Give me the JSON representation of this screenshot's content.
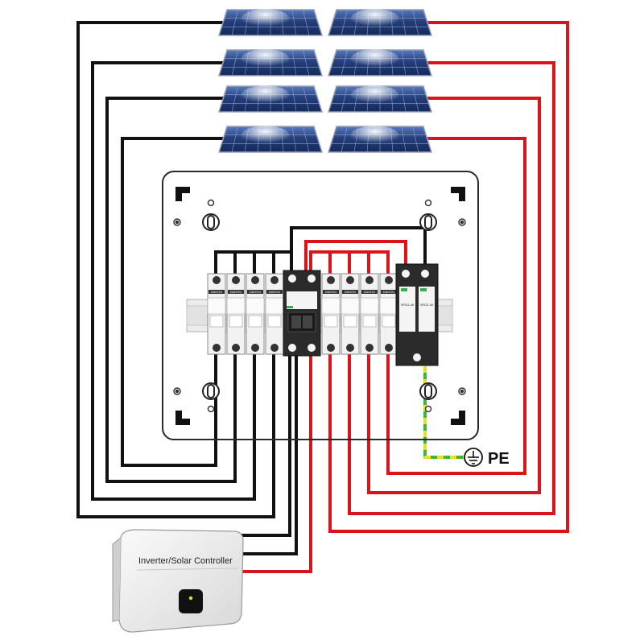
{
  "labels": {
    "inverter": "Inverter/Solar Controller",
    "pe": "PE",
    "breaker_brand": "DAHOU",
    "spd_model": "SPD2-40"
  },
  "colors": {
    "positive": "#d9141b",
    "negative": "#111111",
    "ground_yellow": "#e8e022",
    "ground_green": "#3ab54a",
    "enclosure_border": "#2a2a2a",
    "breaker_body": "#f2f2f2",
    "panel_cell": "#1f3a78"
  },
  "icons": [
    "solar-panel-icon",
    "ground-icon",
    "inverter-display-icon"
  ]
}
